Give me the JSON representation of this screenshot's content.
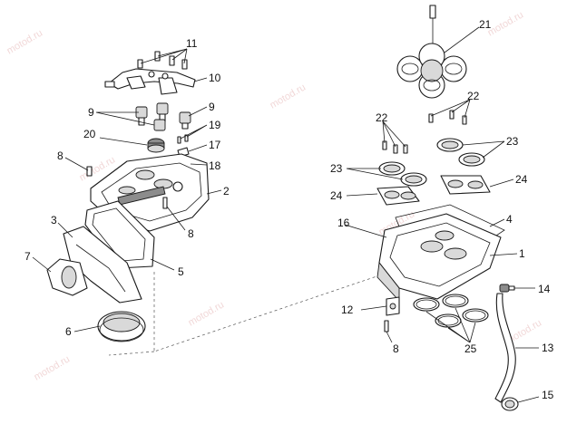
{
  "watermark": "motod.ru",
  "callouts": {
    "c1": "1",
    "c2": "2",
    "c3": "3",
    "c4": "4",
    "c5": "5",
    "c6": "6",
    "c7": "7",
    "c8a": "8",
    "c8b": "8",
    "c8c": "8",
    "c9a": "9",
    "c9b": "9",
    "c10": "10",
    "c11": "11",
    "c12": "12",
    "c13": "13",
    "c14": "14",
    "c15": "15",
    "c16": "16",
    "c17": "17",
    "c18": "18",
    "c19": "19",
    "c20": "20",
    "c21": "21",
    "c22a": "22",
    "c22b": "22",
    "c23a": "23",
    "c23b": "23",
    "c24a": "24",
    "c24b": "24",
    "c25": "25"
  }
}
